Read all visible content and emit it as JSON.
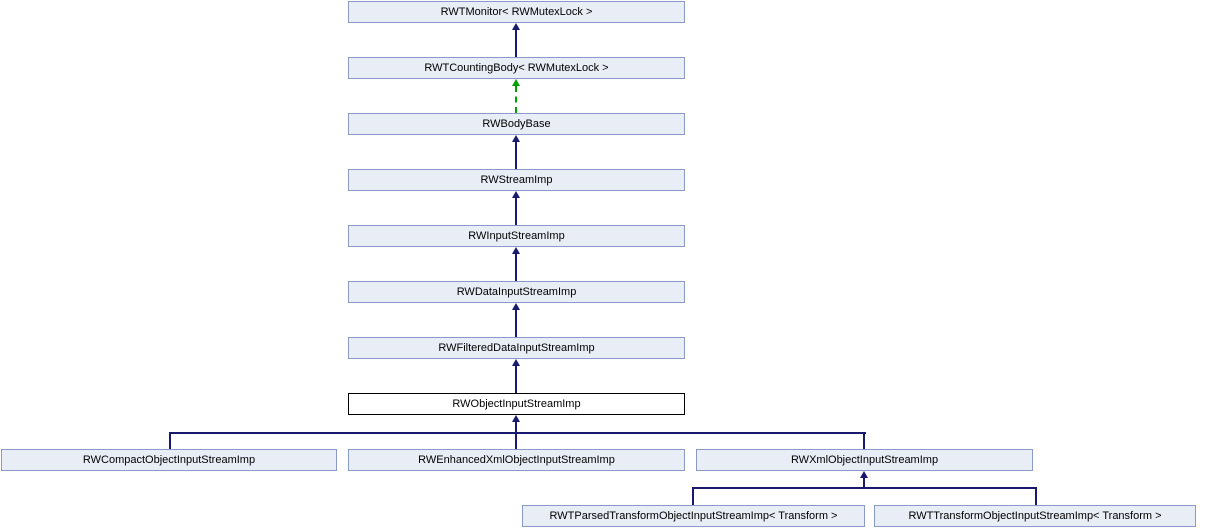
{
  "diagram": {
    "type": "class-inheritance-graph",
    "nodes": [
      {
        "label": "RWTMonitor< RWMutexLock >"
      },
      {
        "label": "RWTCountingBody< RWMutexLock >"
      },
      {
        "label": "RWBodyBase"
      },
      {
        "label": "RWStreamImp"
      },
      {
        "label": "RWInputStreamImp"
      },
      {
        "label": "RWDataInputStreamImp"
      },
      {
        "label": "RWFilteredDataInputStreamImp"
      },
      {
        "label": "RWObjectInputStreamImp",
        "highlighted": true
      },
      {
        "label": "RWCompactObjectInputStreamImp"
      },
      {
        "label": "RWEnhancedXmlObjectInputStreamImp"
      },
      {
        "label": "RWXmlObjectInputStreamImp"
      },
      {
        "label": "RWTParsedTransformObjectInputStreamImp< Transform >"
      },
      {
        "label": "RWTTransformObjectInputStreamImp< Transform >"
      }
    ],
    "edges": [
      {
        "from": "RWTCountingBody< RWMutexLock >",
        "to": "RWTMonitor< RWMutexLock >",
        "style": "solid-navy-arrow-up"
      },
      {
        "from": "RWBodyBase",
        "to": "RWTCountingBody< RWMutexLock >",
        "style": "dashed-green-arrow-up"
      },
      {
        "from": "RWStreamImp",
        "to": "RWBodyBase",
        "style": "solid-navy-arrow-up"
      },
      {
        "from": "RWInputStreamImp",
        "to": "RWStreamImp",
        "style": "solid-navy-arrow-up"
      },
      {
        "from": "RWDataInputStreamImp",
        "to": "RWInputStreamImp",
        "style": "solid-navy-arrow-up"
      },
      {
        "from": "RWFilteredDataInputStreamImp",
        "to": "RWDataInputStreamImp",
        "style": "solid-navy-arrow-up"
      },
      {
        "from": "RWObjectInputStreamImp",
        "to": "RWFilteredDataInputStreamImp",
        "style": "solid-navy-arrow-up"
      },
      {
        "from": "RWCompactObjectInputStreamImp",
        "to": "RWObjectInputStreamImp",
        "style": "solid-navy-arrow-up"
      },
      {
        "from": "RWEnhancedXmlObjectInputStreamImp",
        "to": "RWObjectInputStreamImp",
        "style": "solid-navy-arrow-up"
      },
      {
        "from": "RWXmlObjectInputStreamImp",
        "to": "RWObjectInputStreamImp",
        "style": "solid-navy-arrow-up"
      },
      {
        "from": "RWTParsedTransformObjectInputStreamImp< Transform >",
        "to": "RWXmlObjectInputStreamImp",
        "style": "solid-navy-arrow-up"
      },
      {
        "from": "RWTTransformObjectInputStreamImp< Transform >",
        "to": "RWXmlObjectInputStreamImp",
        "style": "solid-navy-arrow-up"
      }
    ],
    "colors": {
      "node_fill": "#e9edf6",
      "node_border": "#8a9ac6",
      "highlight_fill": "#ffffff",
      "highlight_border": "#000000",
      "inheritance_arrow": "#191970",
      "template_arrow": "#00a000",
      "text": "#000000",
      "page_bg": "#ffffff"
    }
  }
}
